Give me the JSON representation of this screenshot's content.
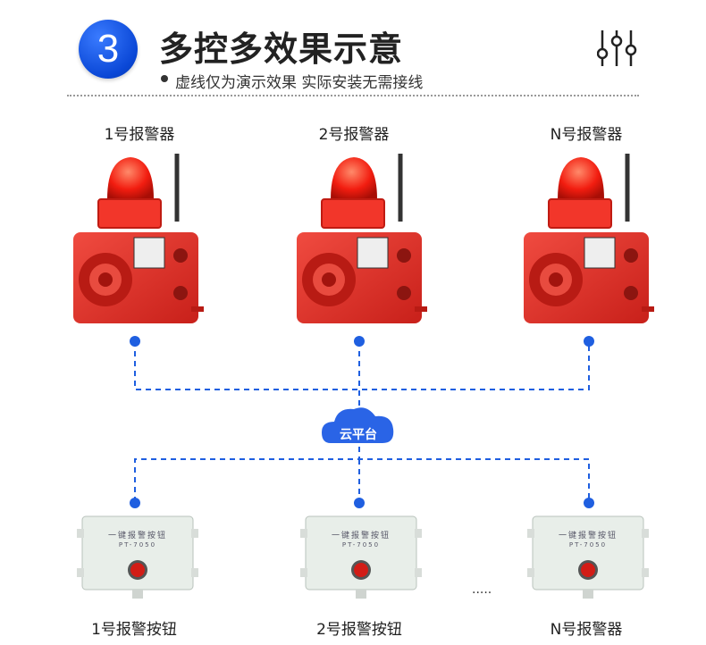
{
  "header": {
    "step_number": "3",
    "title": "多控多效果示意",
    "subtitle": "虚线仅为演示效果 实际安装无需接线"
  },
  "alarms": [
    {
      "label": "1号报警器"
    },
    {
      "label": "2号报警器"
    },
    {
      "label": "N号报警器"
    }
  ],
  "cloud": {
    "label": "云平台"
  },
  "buttons": [
    {
      "label": "1号报警按钮",
      "panel_text": "一键报警按钮",
      "model": "PT-7050"
    },
    {
      "label": "2号报警按钮",
      "panel_text": "一键报警按钮",
      "model": "PT-7050"
    },
    {
      "label": "N号报警器",
      "panel_text": "一键报警按钮",
      "model": "PT-7050"
    }
  ],
  "ellipsis": ".....",
  "colors": {
    "accent_blue": "#0a47d6",
    "line_blue": "#1f5fe0",
    "alarm_red": "#e5322d",
    "beacon_red": "#ff2a1a"
  }
}
